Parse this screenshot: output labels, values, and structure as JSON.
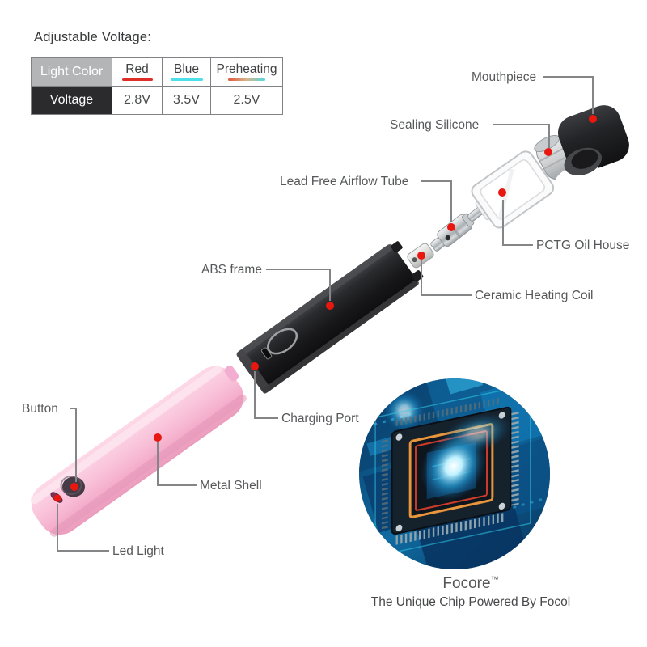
{
  "header": {
    "title": "Adjustable Voltage:"
  },
  "voltage_table": {
    "row1_label": "Light Color",
    "row2_label": "Voltage",
    "columns": [
      {
        "light": "Red",
        "voltage": "2.8V",
        "underline_color": "#dd2f28"
      },
      {
        "light": "Blue",
        "voltage": "3.5V",
        "underline_color": "#4ddfe8"
      },
      {
        "light": "Preheating",
        "voltage": "2.5V",
        "underline_gradient": [
          "#e2563a",
          "#4fd9e0"
        ]
      }
    ]
  },
  "part_labels": {
    "mouthpiece": "Mouthpiece",
    "sealing_silicone": "Sealing Silicone",
    "airflow_tube": "Lead Free Airflow Tube",
    "pctg_oil_house": "PCTG Oil House",
    "abs_frame": "ABS frame",
    "ceramic_coil": "Ceramic Heating Coil",
    "charging_port": "Charging Port",
    "button": "Button",
    "metal_shell": "Metal Shell",
    "led_light": "Led Light"
  },
  "chip_caption": {
    "brand": "Focore",
    "trademark": "™",
    "tagline": "The Unique Chip Powered By Focol"
  },
  "colors": {
    "marker_red": "#e8170f",
    "leader_gray": "#838587",
    "label_gray": "#57585a",
    "battery_pink": "#f8bcd4",
    "frame_black": "#1c1c1e",
    "table_header_gray": "#b4b5b7",
    "table_voltage_black": "#2b2b2d",
    "board_blue": "#0d5285"
  }
}
